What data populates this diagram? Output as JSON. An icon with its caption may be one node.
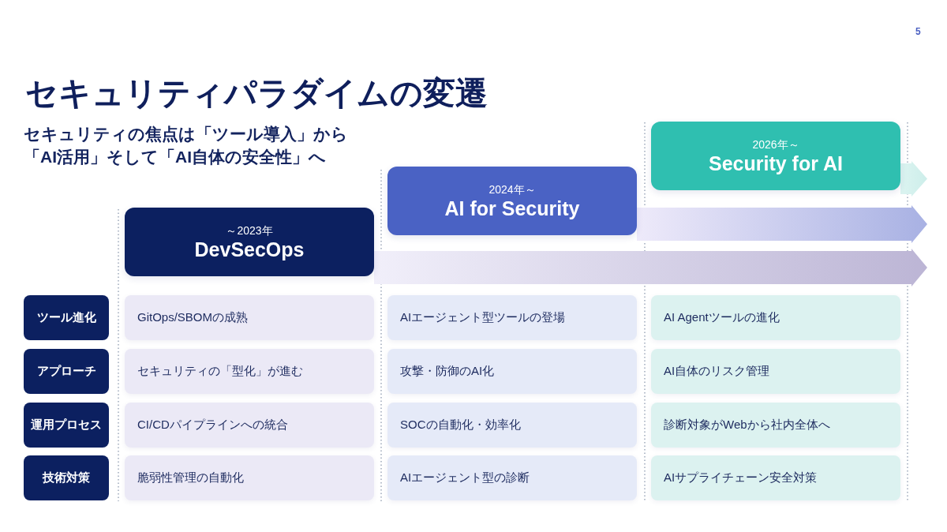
{
  "diagram": {
    "title": "セキュリティパラダイムの変遷",
    "nodes": [
      {
        "text": [
          "～2023年",
          "DevSecOps"
        ]
      },
      {
        "text": [
          "2024年～",
          "AI for Security"
        ]
      },
      {
        "text": [
          "2026年～",
          "Security for AI"
        ]
      },
      {
        "text": [
          "ツール進化"
        ]
      },
      {
        "text": [
          "GitOps/SBOMの成熟"
        ]
      },
      {
        "text": [
          "AIエージェント型ツールの登場"
        ]
      },
      {
        "text": [
          "AI Agentツールの進化"
        ]
      },
      {
        "text": [
          "アプローチ"
        ]
      },
      {
        "text": [
          "セキュリティの「型化」が進む"
        ]
      },
      {
        "text": [
          "攻撃・防御のAI化"
        ]
      },
      {
        "text": [
          "AI自体のリスク管理"
        ]
      },
      {
        "text": [
          "運用プロセス"
        ]
      },
      {
        "text": [
          "CI/CDパイプラインへの統合"
        ]
      },
      {
        "text": [
          "SOCの自動化・効率化"
        ]
      },
      {
        "text": [
          "診断対象がWebから社内全体へ"
        ]
      },
      {
        "text": [
          "技術対策"
        ]
      },
      {
        "text": [
          "脆弱性管理の自動化"
        ]
      },
      {
        "text": [
          "AIエージェント型の診断"
        ]
      },
      {
        "text": [
          "AIサプライチェーン安全対策"
        ]
      }
    ],
    "edges": [
      {
        "from": 0,
        "to": null,
        "arrow": "to"
      },
      {
        "from": 1,
        "to": null,
        "arrow": "to"
      },
      {
        "from": 2,
        "to": null,
        "arrow": "to"
      }
    ],
    "labels": [
      "5",
      "セキュリティの焦点は「ツール導入」から「AI活用」そして「AI自体の安全性」へ"
    ]
  }
}
